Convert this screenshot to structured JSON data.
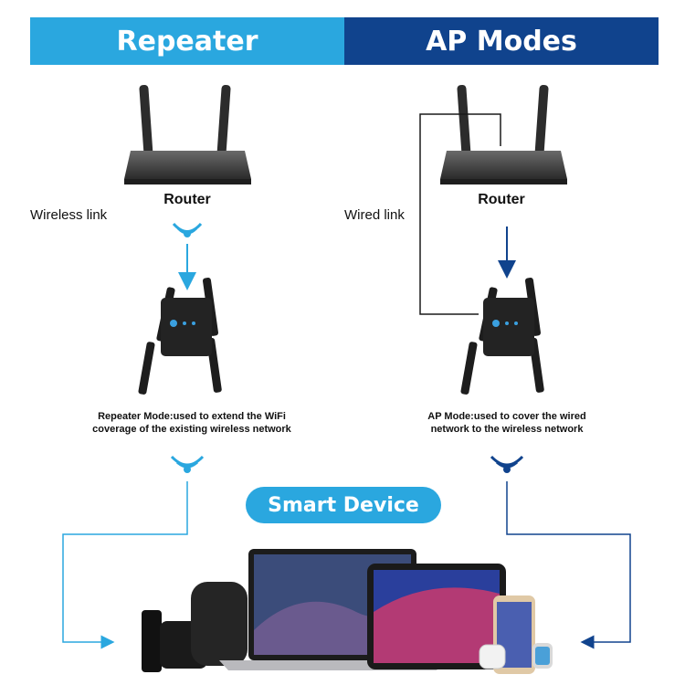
{
  "header": {
    "left": "Repeater",
    "right": "AP Modes"
  },
  "left": {
    "router_label": "Router",
    "link_label": "Wireless link",
    "caption_line1": "Repeater Mode:used to extend the WiFi",
    "caption_line2": "coverage of the existing wireless network"
  },
  "right": {
    "router_label": "Router",
    "link_label": "Wired link",
    "caption_line1": "AP Mode:used to cover the wired",
    "caption_line2": "network to the wireless network"
  },
  "smart_device_label": "Smart Device",
  "colors": {
    "light_blue": "#2aa7df",
    "dark_blue": "#10438d"
  }
}
